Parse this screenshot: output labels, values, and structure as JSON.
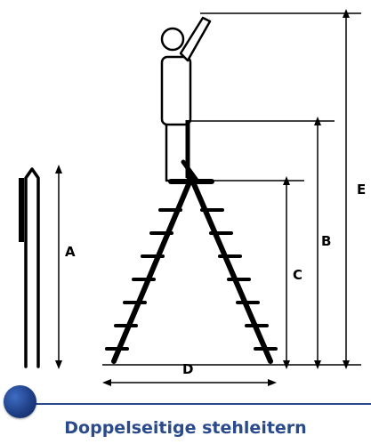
{
  "labels": {
    "a": "A",
    "b": "B",
    "c": "C",
    "d": "D",
    "e": "E"
  },
  "footer": {
    "title": "Doppelseitige stehleitern"
  },
  "colors": {
    "accent": "#2a4a8c",
    "line": "#000000",
    "background": "#ffffff"
  }
}
